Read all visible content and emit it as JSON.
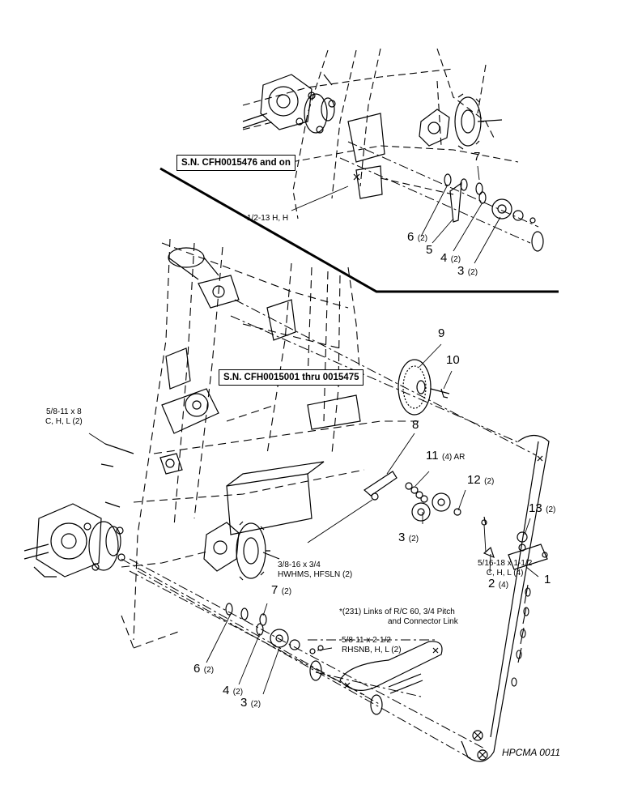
{
  "serial_ranges": {
    "later": "S.N. CFH0015476 and on",
    "earlier": "S.N. CFH0015001 thru 0015475"
  },
  "figure_id": "HPCMA 0011",
  "hardware": {
    "upper_bolt": "1/2-13 H, H",
    "long_bolt_line1": "5/8-11 x 8",
    "long_bolt_line2": "C, H, L (2)",
    "center_bolt_line1": "3/8-16 x 3/4",
    "center_bolt_line2": "HWHMS, HFSLN (2)",
    "tension_bolt_line1": "5/16-18 x 1-1/2",
    "tension_bolt_line2": "C, H, L (4)",
    "lower_bolt_line1": "5/8-11 x 2-1/2",
    "lower_bolt_line2": "RHSNB, H, L (2)",
    "chain_note_line1": "*(231) Links of R/C 60, 3/4 Pitch",
    "chain_note_line2": "and Connector Link"
  },
  "callouts": {
    "upper": [
      {
        "num": "7",
        "qty": ""
      },
      {
        "num": "6",
        "qty": "(2)"
      },
      {
        "num": "5",
        "qty": ""
      },
      {
        "num": "4",
        "qty": "(2)"
      },
      {
        "num": "3",
        "qty": "(2)"
      }
    ],
    "main": [
      {
        "num": "9",
        "qty": ""
      },
      {
        "num": "10",
        "qty": ""
      },
      {
        "num": "8",
        "qty": ""
      },
      {
        "num": "11",
        "qty": "(4)  AR"
      },
      {
        "num": "12",
        "qty": "(2)"
      },
      {
        "num": "13",
        "qty": "(2)"
      },
      {
        "num": "3",
        "qty": "(2)"
      },
      {
        "num": "2",
        "qty": "(4)"
      },
      {
        "num": "1",
        "qty": ""
      }
    ],
    "lower": [
      {
        "num": "7",
        "qty": "(2)"
      },
      {
        "num": "6",
        "qty": "(2)"
      },
      {
        "num": "4",
        "qty": "(2)"
      },
      {
        "num": "3",
        "qty": "(2)"
      }
    ]
  }
}
